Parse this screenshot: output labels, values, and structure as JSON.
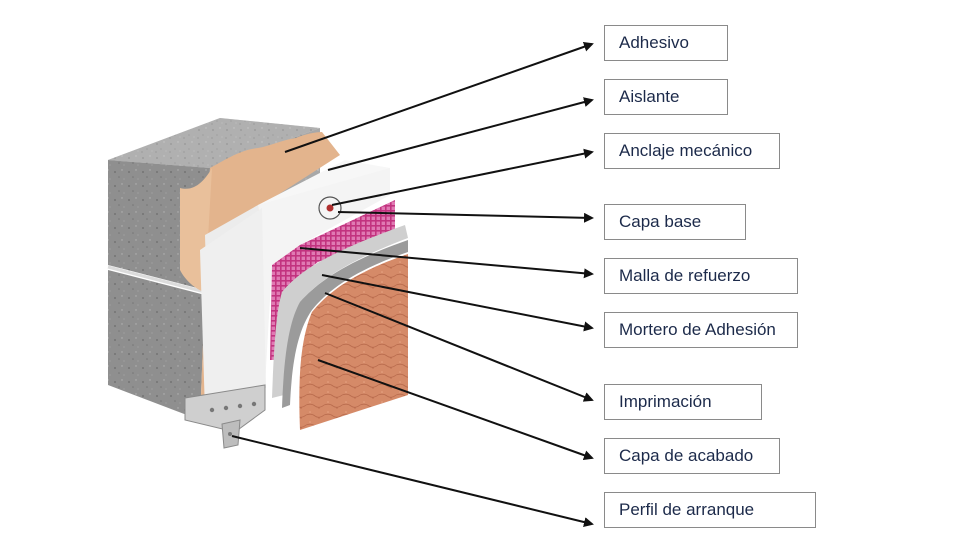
{
  "labels": [
    {
      "id": "adhesivo",
      "text": "Adhesivo"
    },
    {
      "id": "aislante",
      "text": "Aislante"
    },
    {
      "id": "anclaje",
      "text": "Anclaje mecánico"
    },
    {
      "id": "capa-base",
      "text": "Capa base"
    },
    {
      "id": "malla",
      "text": "Malla de refuerzo"
    },
    {
      "id": "mortero",
      "text": "Mortero de Adhesión"
    },
    {
      "id": "imprimacion",
      "text": "Imprimación"
    },
    {
      "id": "acabado",
      "text": "Capa de acabado"
    },
    {
      "id": "perfil",
      "text": "Perfil de arranque"
    }
  ],
  "colors": {
    "concrete": "#a9a9a9",
    "adhesive": "#e3b48d",
    "insulation": "#f3f3f3",
    "mesh": "#d9559b",
    "mortar": "#c8c8c8",
    "finish": "#d98a6a",
    "text": "#1c2a4a",
    "box_border": "#8a8a8a"
  }
}
